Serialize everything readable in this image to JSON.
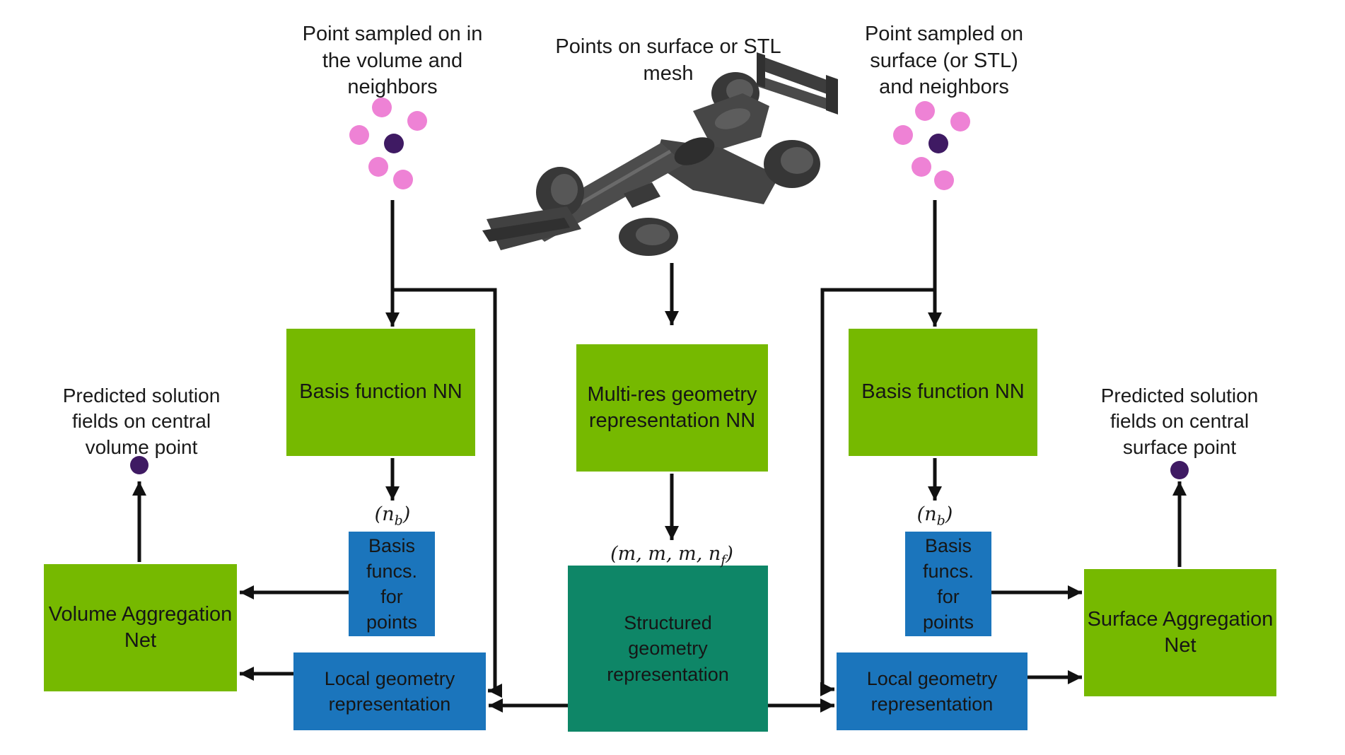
{
  "colors": {
    "green": "#76b900",
    "teal": "#0e8667",
    "blue": "#1b75bc",
    "pink": "#ee82d5",
    "purple": "#3f1a63",
    "arrow": "#111111",
    "text": "#1a1a1a"
  },
  "labels": {
    "top_left": "Point sampled on in\nthe volume and\nneighbors",
    "top_center": "Points on surface or STL\nmesh",
    "top_right": "Point sampled on\nsurface (or STL)\nand neighbors",
    "predicted_left": "Predicted solution\nfields on central\nvolume point",
    "predicted_right": "Predicted solution\nfields on central\nsurface point",
    "nb": {
      "open": "(n",
      "sub": "b",
      "close": ")"
    },
    "mf": {
      "open": "(m, m, m, n",
      "sub": "f",
      "close": ")"
    }
  },
  "boxes": {
    "volume_aggregation_net": "Volume Aggregation\nNet",
    "basis_function_nn_left": "Basis function NN",
    "basis_funcs_for_points_left": "Basis\nfuncs.\nfor\npoints",
    "local_geometry_representation_left": "Local geometry\nrepresentation",
    "multires_geometry_nn": "Multi-res geometry\nrepresentation NN",
    "structured_geometry_representation": "Structured\ngeometry\nrepresentation",
    "basis_function_nn_right": "Basis function NN",
    "basis_funcs_for_points_right": "Basis\nfuncs.\nfor\npoints",
    "local_geometry_representation_right": "Local geometry\nrepresentation",
    "surface_aggregation_net": "Surface Aggregation\nNet"
  },
  "icons": {
    "car": "f1-car-stl-mesh"
  }
}
